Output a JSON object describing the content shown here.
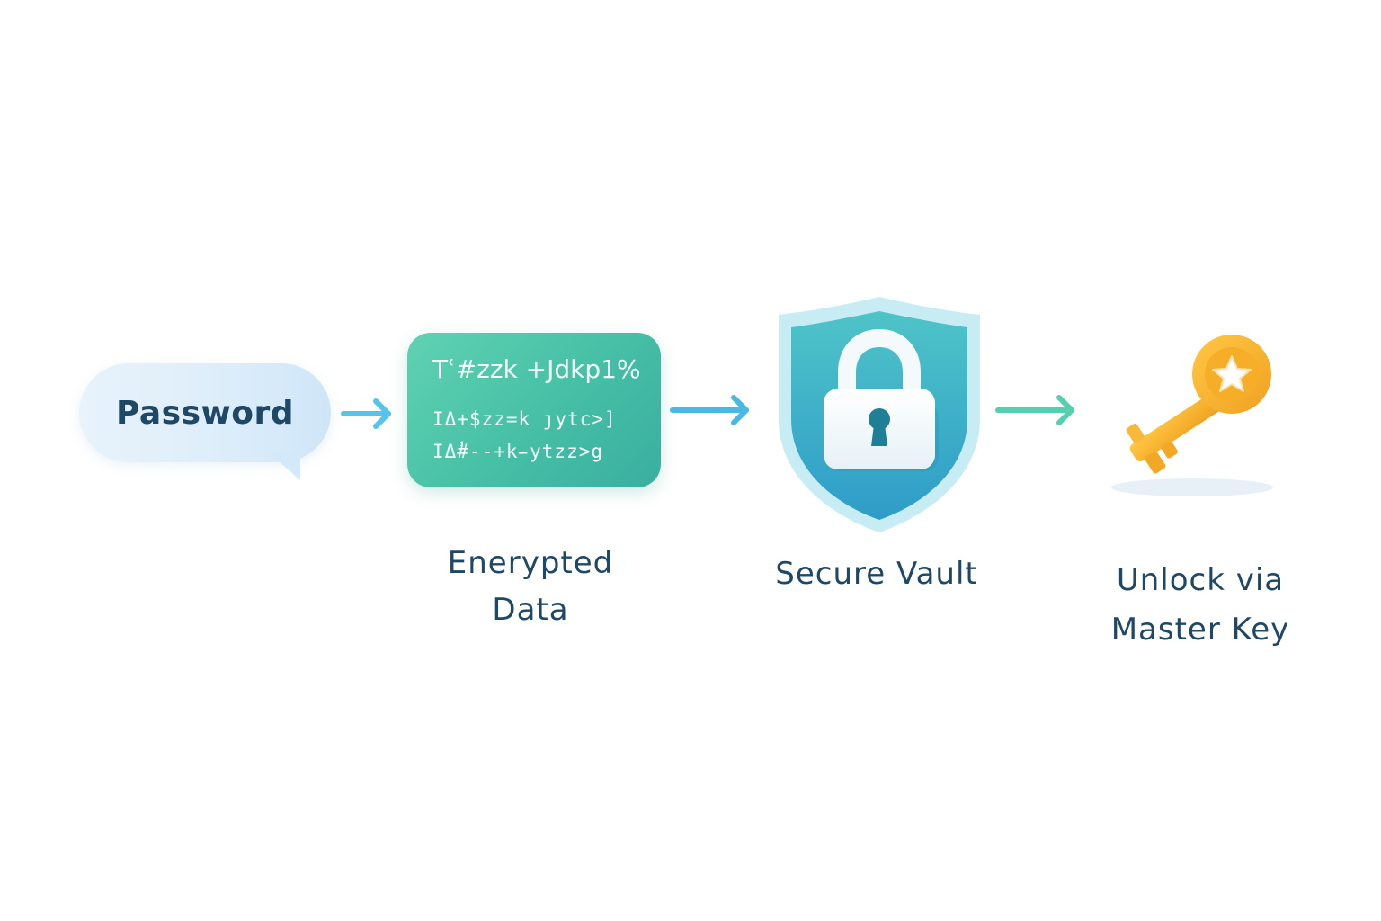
{
  "diagram": {
    "steps": [
      {
        "label": "Password",
        "icon": "speech-bubble"
      },
      {
        "label": "Enerypted\nData",
        "icon": "cipher-card",
        "cipher_lines": [
          "Tʿ#zzk +Jdkp1%",
          "IΔ+$zz=k ȷytc>]",
          "IΔ̸̾#--+k̵ytzz>g"
        ]
      },
      {
        "label": "Secure Vault",
        "icon": "shield-lock-icon"
      },
      {
        "label": "Unlock via\nMaster Key",
        "icon": "key-icon"
      }
    ],
    "captions": {
      "encrypted_line1": "Enerypted",
      "encrypted_line2": "Data",
      "vault": "Secure Vault",
      "unlock_line1": "Unlock via",
      "unlock_line2": "Master Key"
    },
    "password_label": "Password",
    "cipher": {
      "line1": "Tʿ#zzk +Jdkp1%",
      "line2": "IΔ+$zz=k ȷytc>]",
      "line3": "IΔ̾#--+k̵ytzz>g"
    },
    "colors": {
      "text": "#1f4766",
      "bubble": "#dcedfa",
      "card": "#46bfa6",
      "shield": "#3fb0c4",
      "arrow_blue": "#4fbde8",
      "arrow_teal": "#52cdb0",
      "key": "#f5b32a"
    }
  }
}
